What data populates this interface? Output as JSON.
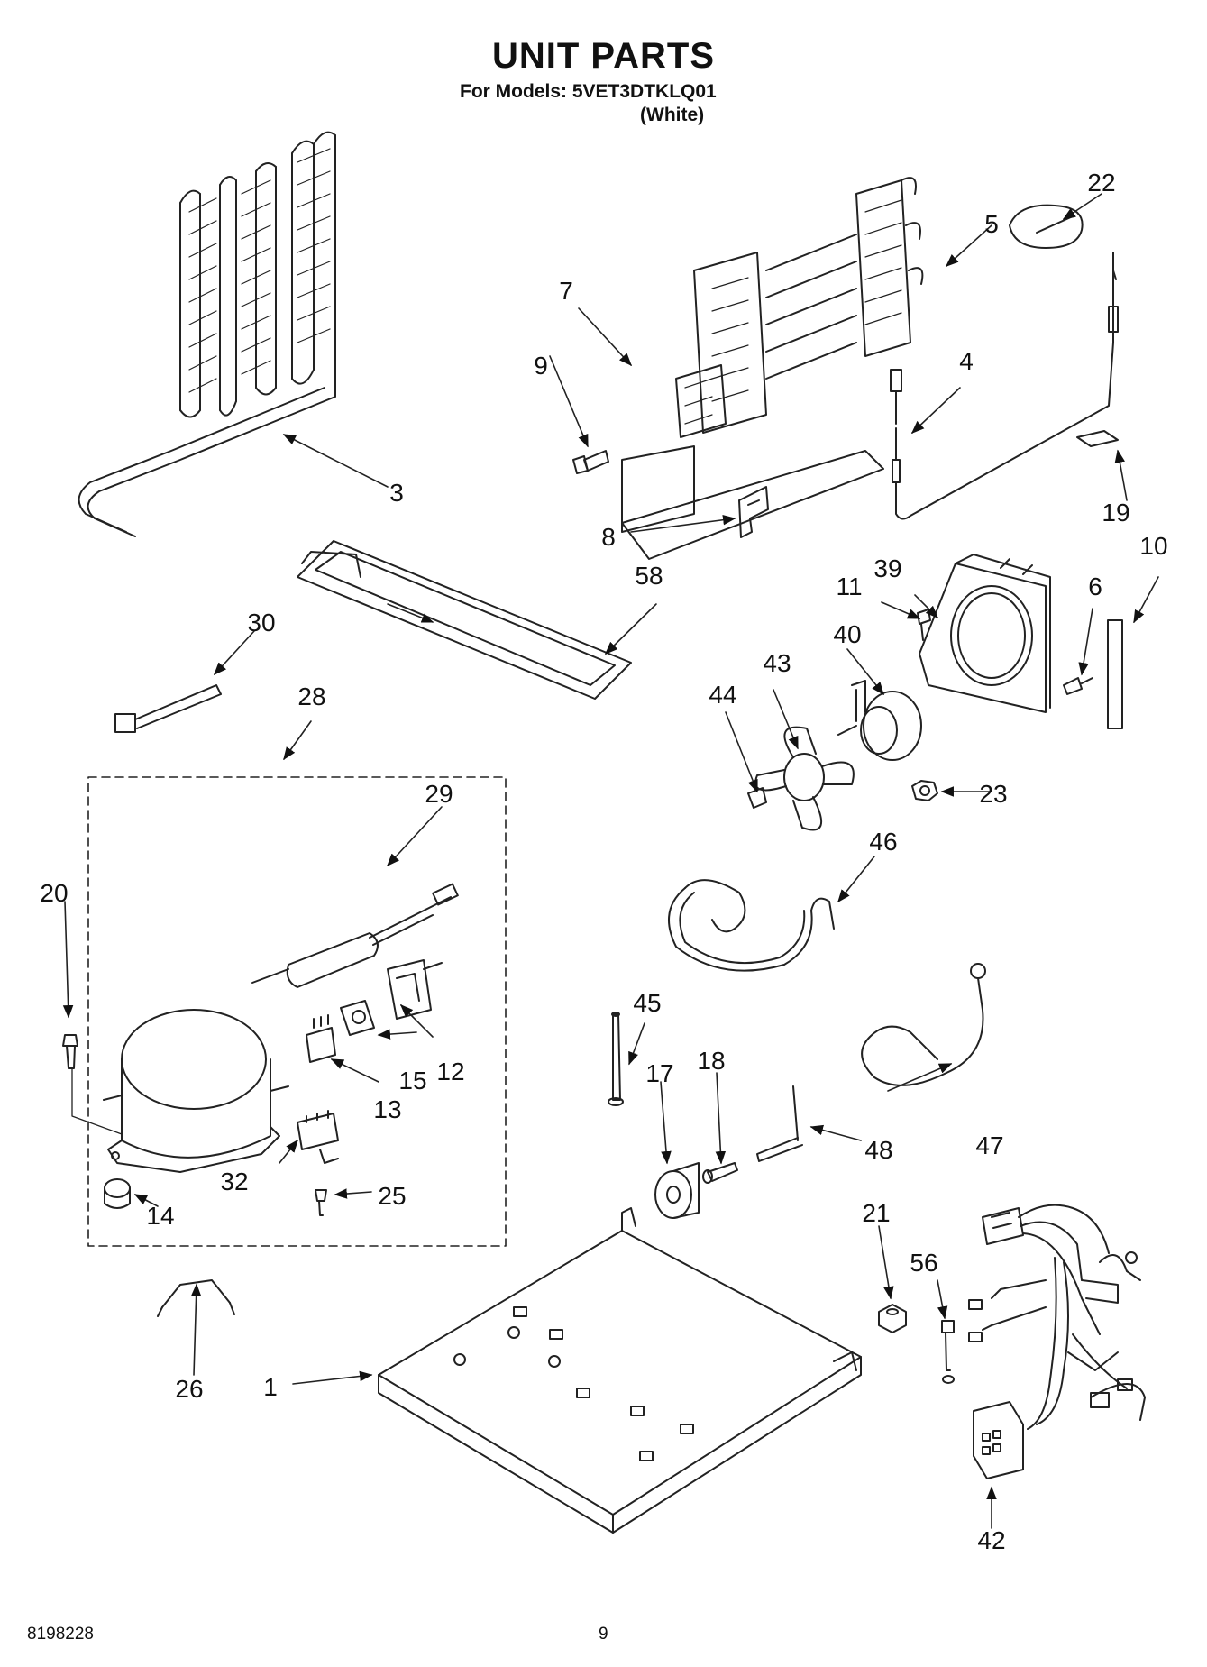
{
  "header": {
    "title": "UNIT PARTS",
    "models_line": "For Models: 5VET3DTKLQ01",
    "color": "(White)"
  },
  "callouts": [
    "1",
    "3",
    "4",
    "5",
    "6",
    "7",
    "8",
    "9",
    "10",
    "11",
    "12",
    "13",
    "14",
    "15",
    "17",
    "18",
    "19",
    "20",
    "21",
    "22",
    "23",
    "25",
    "26",
    "28",
    "29",
    "30",
    "32",
    "39",
    "40",
    "42",
    "43",
    "44",
    "45",
    "46",
    "47",
    "48",
    "56",
    "58"
  ],
  "footer": {
    "doc_number": "8198228",
    "page_number": "9"
  }
}
